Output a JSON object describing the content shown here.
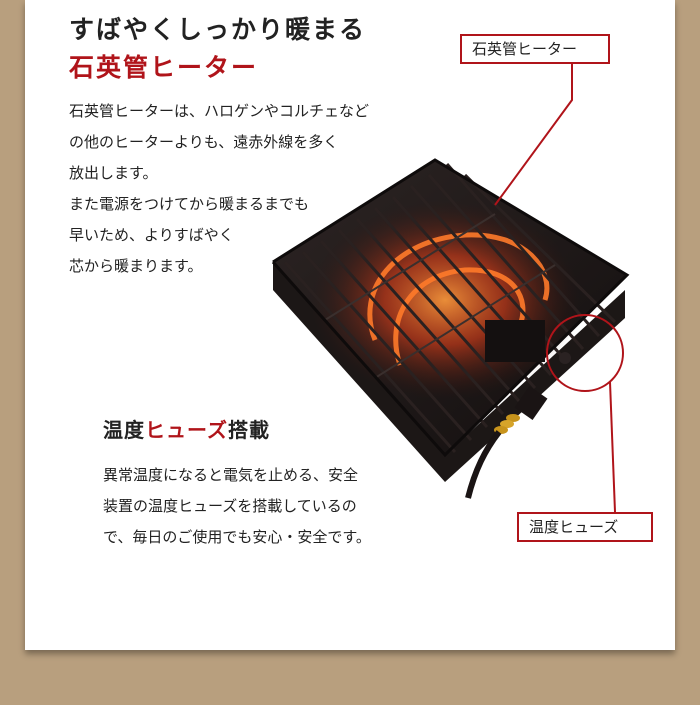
{
  "section1": {
    "title_line1": "すばやくしっかり暖まる",
    "title_line2": "石英管ヒーター",
    "description": [
      "石英管ヒーターは、ハロゲンやコルチェなど",
      "の他のヒーターよりも、遠赤外線を多く",
      "放出します。",
      "また電源をつけてから暖まるまでも",
      "早いため、よりすばやく",
      "芯から暖まります。"
    ]
  },
  "callouts": {
    "quartz_label": "石英管ヒーター",
    "fuse_label": "温度ヒューズ"
  },
  "section2": {
    "heading_prefix": "温度",
    "heading_highlight": "ヒューズ",
    "heading_suffix": "搭載",
    "description": [
      "異常温度になると電気を止める、安全",
      "装置の温度ヒューズを搭載しているの",
      "で、毎日のご使用でも安心・安全です。"
    ]
  },
  "colors": {
    "accent": "#b0141a",
    "background": "#b89f7e",
    "card": "#ffffff",
    "text": "#222222"
  }
}
